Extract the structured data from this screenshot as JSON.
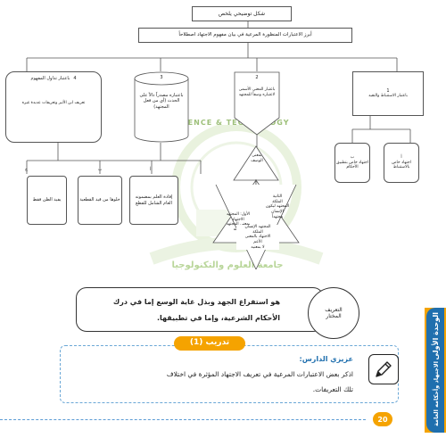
{
  "diagram": {
    "title": "شكل توضيحي يلخص",
    "subtitle": "أبرز الاعتبارات المنظورة المرعية في بيان مفهوم الاجتهاد اصطلاحاً",
    "branches": [
      {
        "number": "1",
        "label": "باعتبار الاستنباط والتقيد"
      },
      {
        "number": "2",
        "label": "باعتبار المعنى الأسمى لاعتباره وصفاً للمجتهد"
      },
      {
        "number": "3",
        "label": "باعتباره مصدراً دالاً على الحدث (أي من فعل المجتهد)"
      },
      {
        "number": "4",
        "label": "باعتبار تداول المفهوم"
      }
    ],
    "branch4_note": "تعريف ابن الأثير وتعريفات عديدة غيره",
    "sub1": {
      "a_letter": "أ",
      "a_text": "اجتهاد خاص بالاستنباط",
      "b_letter": "ب",
      "b_text": "اجتهاد خاص بتطبيق الأحكام"
    },
    "row_letters": [
      "ج",
      "ب",
      "أ"
    ],
    "row_boxes": [
      "يفيد الظن فقط",
      "خلوها من قيد القطعية",
      "إفادة العلم بمضمونه العام الشامل للقطع"
    ],
    "triangle_top": [
      "بمعنى",
      "الوصف"
    ],
    "triangle_left": [
      "الأول: المجتهد",
      "الاجتهاد",
      "بمعنى المجتهد",
      "وصفه"
    ],
    "triangle_right": [
      "الثانية",
      "الملكة",
      "المجتهد ليكون",
      "الإنسان",
      "مجتهداً"
    ],
    "triangle_bottom": [
      "المجتهد الإنسان",
      "الملكة",
      "الاجتهاد بالمعنى",
      "الأعم",
      "لا بمعنيه"
    ],
    "watermark_text": "جامعة العلوم والتكنولوجيا",
    "watermark_latin": "OF SCIENCE & TECHNOLOGY"
  },
  "definition": {
    "line1": "هو استفراغ الجهد وبذل غاية الوسع إما في درك",
    "line2": "الأحكام الشرعية، وإما في تطبيقها.",
    "label_line1": "التعريف",
    "label_line2": "المختار"
  },
  "exercise": {
    "banner": "تدريب (1)",
    "heading": "عزيزي الدارس:",
    "line1": "اذكر بعض الاعتبارات المرعية في تعريف الاجتهاد المؤثرة في اختلاف",
    "line2": "تلك التعريفات."
  },
  "sidebar": {
    "unit": "الوحدة الأولى",
    "subject": "الاجتهاد وأحكامه العامة"
  },
  "page_number": "20",
  "colors": {
    "accent_orange": "#f5a300",
    "accent_blue": "#1f6fae",
    "dashed_blue": "#5b9bd5"
  }
}
